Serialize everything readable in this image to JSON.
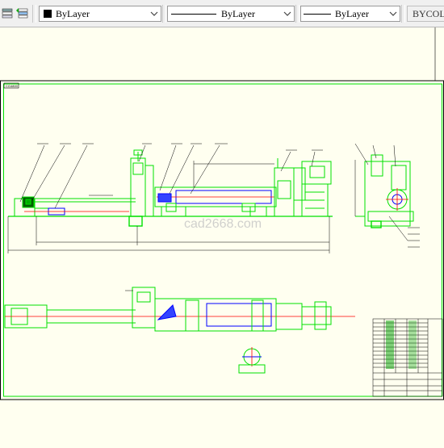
{
  "toolbar": {
    "color_label": "ByLayer",
    "linetype_label": "ByLayer",
    "lineweight_label": "ByLayer",
    "plotstyle_label": "BYCOLOR"
  },
  "drawing": {
    "watermark": "cad2668.com"
  },
  "colors": {
    "line_green": "#00e000",
    "line_blue": "#0000ff",
    "line_red": "#ff0000",
    "paper": "#fffff0"
  }
}
